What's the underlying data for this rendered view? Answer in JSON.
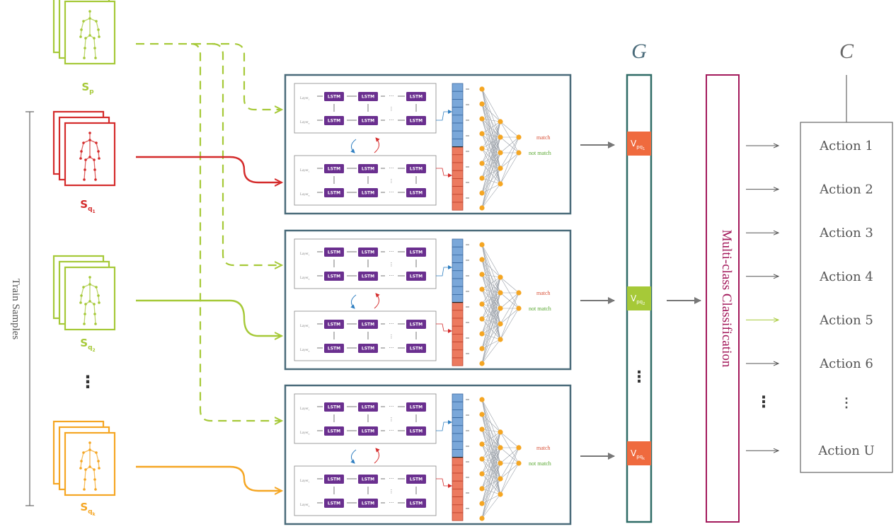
{
  "colors": {
    "green": "#a6c938",
    "red": "#d42b2b",
    "orange": "#f5a623",
    "frame": "#4a6b7a",
    "purple": "#6a2f8f",
    "blue_cell": "#7aa7d9",
    "red_cell": "#ec7a5f",
    "node": "#f5a623",
    "magenta": "#a3195b",
    "vtag_red": "#ef6a3e",
    "vtag_green": "#a6c938",
    "gray": "#555555"
  },
  "samples": {
    "train_samples_label": "Train Samples",
    "sp_label": "S",
    "sp_sub": "p",
    "sq1_label": "S",
    "sq1_sub": "q",
    "sq1_subsub": "1",
    "sq2_label": "S",
    "sq2_sub": "q",
    "sq2_subsub": "2",
    "sqk_label": "S",
    "sqk_sub": "q",
    "sqk_subsub": "k",
    "ellipsis": "⋮"
  },
  "network": {
    "lstm_label": "LSTM",
    "layer_label": "Layer",
    "layer_sub_top": "1",
    "layer_sub_bottom": "n",
    "dots": "···",
    "vdots": "⋮",
    "match_label": "match",
    "not_match_label": "not match"
  },
  "g_column": {
    "title": "G",
    "v_label": "V",
    "v1_sub": "pq",
    "v1_subsub": "1",
    "v2_sub": "pq",
    "v2_subsub": "2",
    "vk_sub": "pq",
    "vk_subsub": "k",
    "ellipsis": "⋮"
  },
  "classifier": {
    "label": "Multi-class Classification",
    "ellipsis": "⋮"
  },
  "c_column": {
    "title": "C",
    "actions": [
      "Action 1",
      "Action 2",
      "Action 3",
      "Action 4",
      "Action 5",
      "Action 6",
      "⋮",
      "Action U"
    ],
    "highlight_index": 4
  }
}
